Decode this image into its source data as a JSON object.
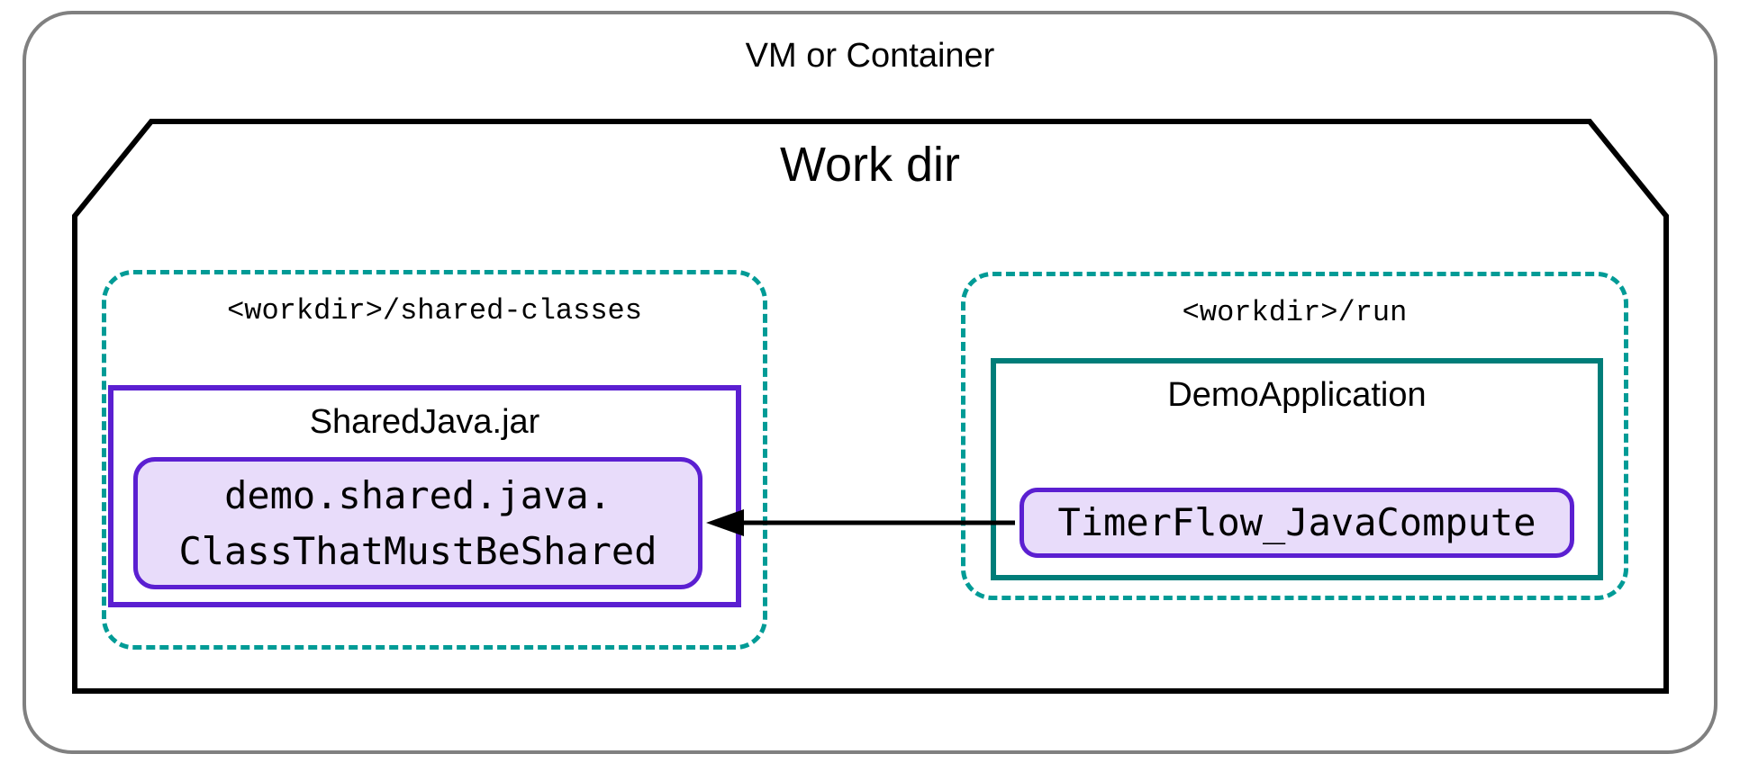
{
  "diagram": {
    "outer_container": {
      "label": "VM or Container"
    },
    "work_dir": {
      "label": "Work dir"
    },
    "shared_classes_dir": {
      "path_label": "<workdir>/shared-classes",
      "jar": {
        "title": "SharedJava.jar",
        "class_line1": "demo.shared.java.",
        "class_line2": "ClassThatMustBeShared"
      }
    },
    "run_dir": {
      "path_label": "<workdir>/run",
      "application": {
        "title": "DemoApplication",
        "node_label": "TimerFlow_JavaCompute"
      }
    },
    "arrow": {
      "from": "TimerFlow_JavaCompute",
      "to": "ClassThatMustBeShared"
    },
    "colors": {
      "teal_dashed": "#009b96",
      "teal_solid": "#007d79",
      "purple_border": "#5b1fd1",
      "purple_fill": "#e8dcfa",
      "outline_gray": "#808080",
      "ink": "#000000"
    }
  }
}
